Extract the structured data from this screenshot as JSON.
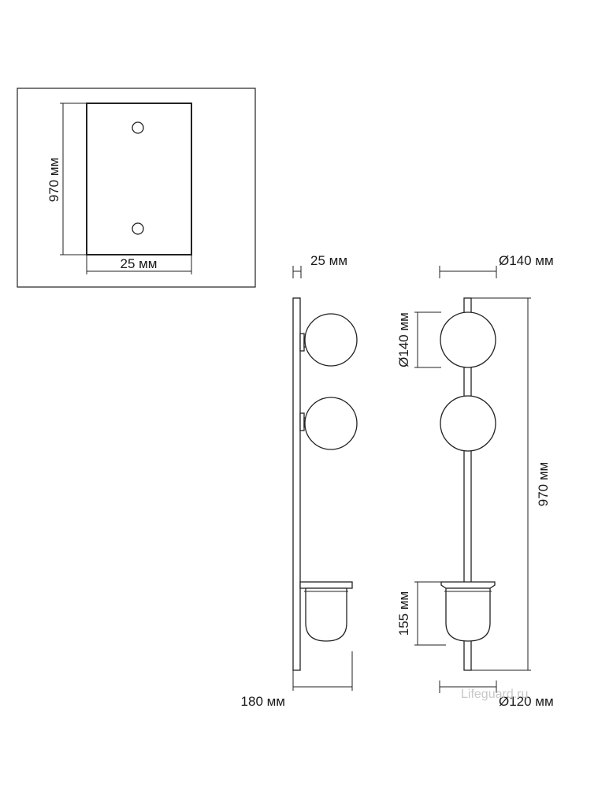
{
  "inset": {
    "height_label": "970 мм",
    "width_label": "25 мм"
  },
  "side_view": {
    "top_label": "25 мм",
    "bottom_label": "180 мм"
  },
  "front_view": {
    "top_label": "Ø140 мм",
    "globe_label": "Ø140 мм",
    "height_label": "970 мм",
    "cup_label": "155 мм",
    "bottom_label": "Ø120 мм"
  },
  "watermark": "Lifeguard.ru",
  "colors": {
    "line": "#222222",
    "text": "#1a1a1a",
    "watermark": "#c8c8c8"
  }
}
